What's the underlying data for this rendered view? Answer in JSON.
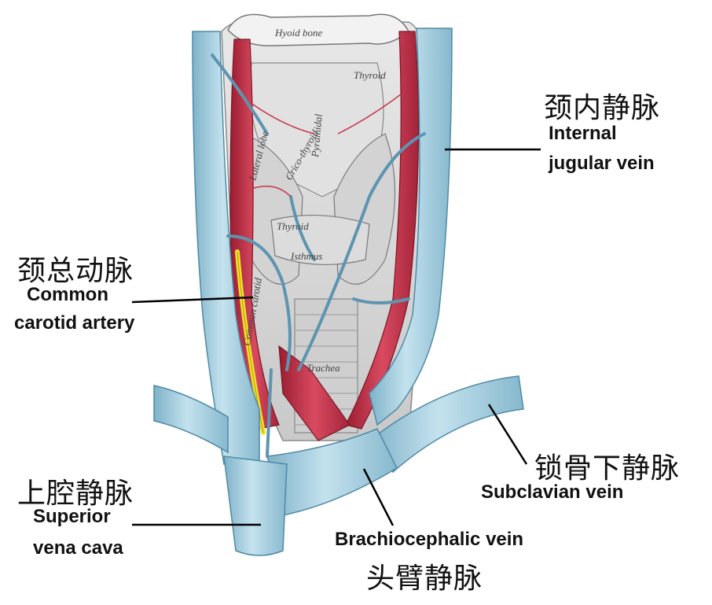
{
  "diagram": {
    "structure_labels": {
      "hyoid_bone": "Hyoid bone",
      "thyroid_cartilage": "Thyroid",
      "thyroid_gland": "Thyroid",
      "isthmus": "Isthmus",
      "trachea": "Trachea",
      "lateral_lobe": "Lateral lobe",
      "crico_thyroid": "Crico-thyroid",
      "pyramidal": "Pyramidal",
      "common_carotid": "Common carotid"
    },
    "labels": {
      "internal_jugular": {
        "cn": "颈内静脉",
        "en_line1": "Internal",
        "en_line2": "jugular vein"
      },
      "common_carotid": {
        "cn": "颈总动脉",
        "en_line1": "Common",
        "en_line2": "carotid artery"
      },
      "subclavian": {
        "cn": "锁骨下静脉",
        "en": "Subclavian vein"
      },
      "superior_vena_cava": {
        "cn": "上腔静脉",
        "en_line1": "Superior",
        "en_line2": "vena cava"
      },
      "brachiocephalic": {
        "cn": "头臂静脉",
        "en": "Brachiocephalic vein"
      }
    },
    "colors": {
      "vein": "#a8cfe0",
      "vein_outline": "#4f8aa6",
      "artery": "#c8344a",
      "artery_dark": "#8e1a2c",
      "nerve": "#f2e12a",
      "tissue": "#d8d8d8",
      "leader_line": "#000000"
    }
  }
}
